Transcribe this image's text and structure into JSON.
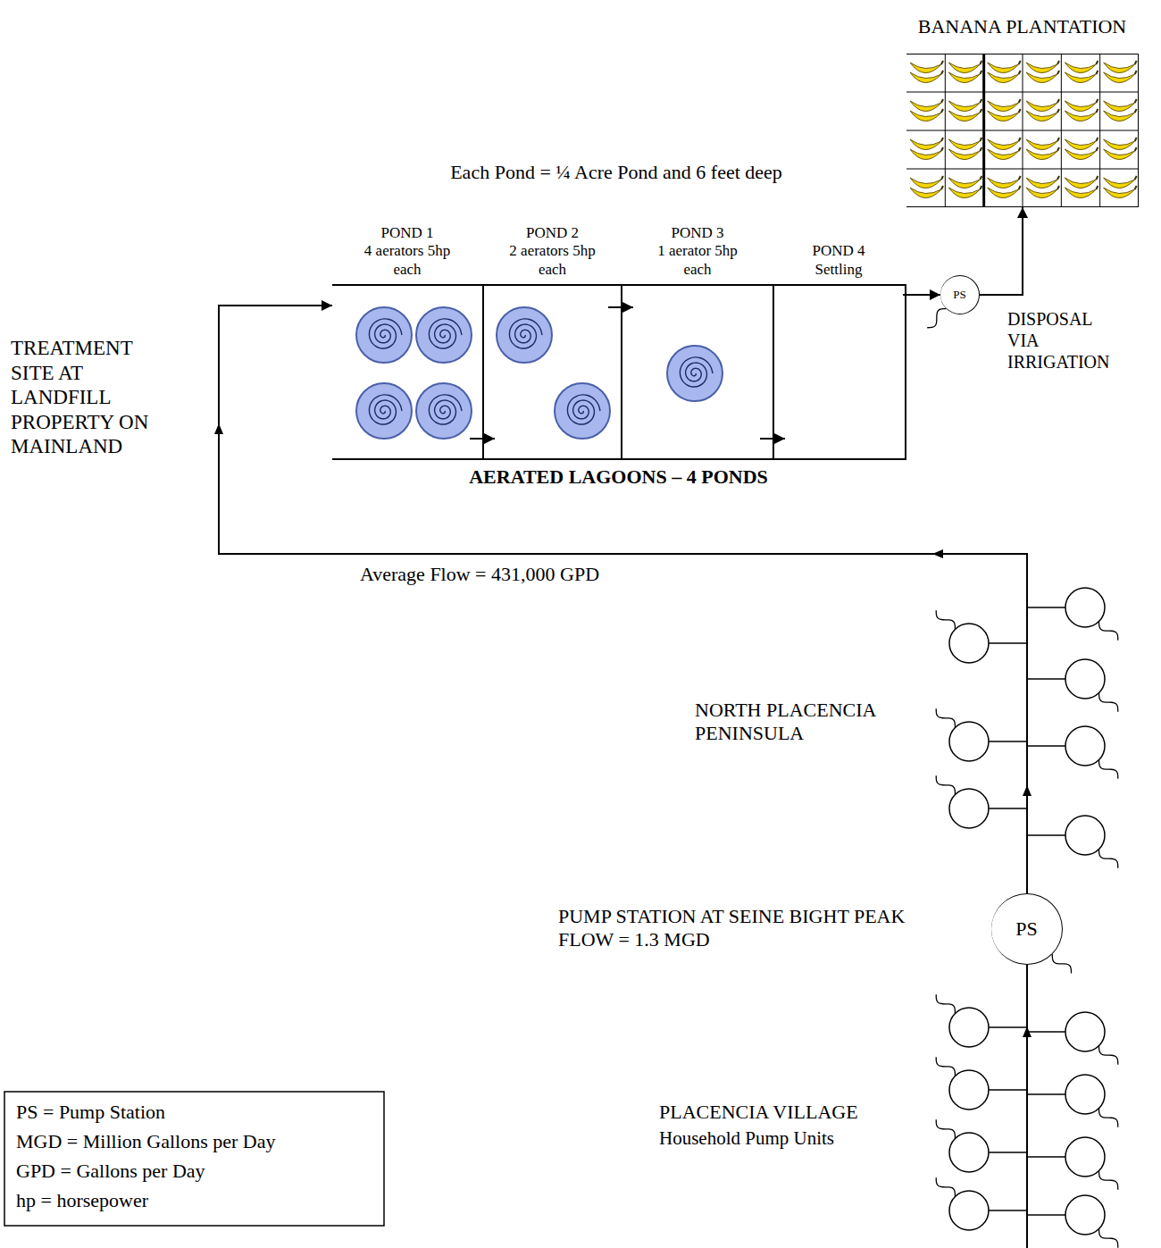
{
  "diagram": {
    "nodes": [
      {
        "text": [
          "BANANA PLANTATION"
        ]
      },
      {
        "text": [
          "AERATED LAGOONS – 4 PONDS"
        ]
      },
      {
        "text": [
          "POND 1",
          "4 aerators 5hp each"
        ],
        "in": 1
      },
      {
        "text": [
          "POND 2",
          "2 aerators 5hp each"
        ],
        "in": 1
      },
      {
        "text": [
          "POND 3",
          "1 aerator 5hp each"
        ],
        "in": 1
      },
      {
        "text": [
          "POND 4",
          "Settling"
        ],
        "in": 1
      },
      {
        "text": [
          "PS"
        ]
      },
      {
        "text": [
          "PS"
        ]
      }
    ],
    "edges": [
      {
        "from": 7,
        "to": 2,
        "arrow": "to",
        "label": "Average Flow = 431,000 GPD"
      },
      {
        "from": 2,
        "to": 3,
        "arrow": "to"
      },
      {
        "from": 3,
        "to": 4,
        "arrow": "to"
      },
      {
        "from": 4,
        "to": 5,
        "arrow": "to"
      },
      {
        "from": 5,
        "to": 6,
        "arrow": "to"
      },
      {
        "from": 6,
        "to": 0,
        "arrow": "to"
      }
    ],
    "labels": [
      "Each Pond = ¼ Acre Pond and 6 feet deep",
      "TREATMENT SITE AT LANDFILL PROPERTY ON MAINLAND",
      "DISPOSAL VIA IRRIGATION",
      "NORTH PLACENCIA PENINSULA",
      "PUMP STATION AT SEINE BIGHT PEAK FLOW = 1.3 MGD",
      "PLACENCIA VILLAGE",
      "Household Pump Units",
      "PS = Pump Station",
      "MGD = Million Gallons per Day",
      "GPD = Gallons per Day",
      "hp = horsepower"
    ]
  }
}
